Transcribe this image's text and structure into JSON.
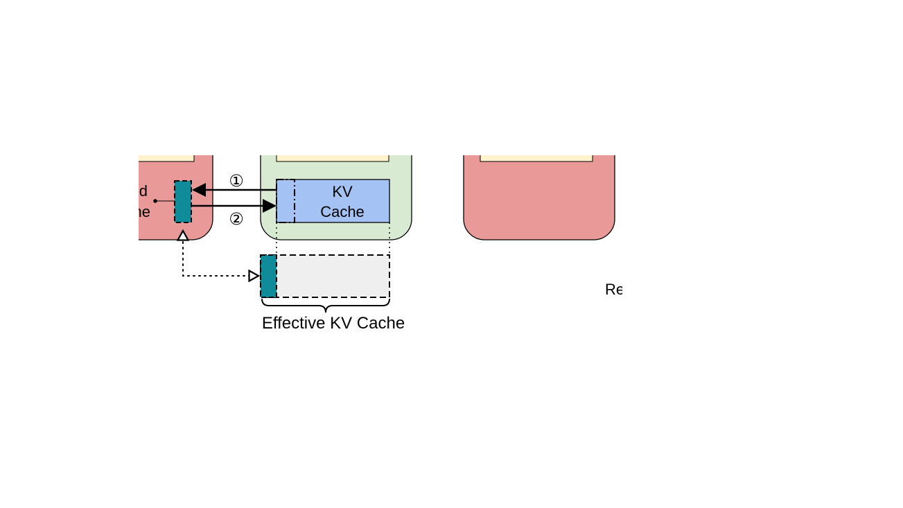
{
  "left_node": {
    "label_line1_partial": "d",
    "label_line2_partial": "ne",
    "fill": "#ea9999",
    "header_fill": "#fff2cc"
  },
  "middle_node": {
    "fill": "#d9ead3",
    "header_fill": "#fff2cc",
    "kv_cache": {
      "line1": "KV",
      "line2": "Cache",
      "fill": "#a4c2f4"
    }
  },
  "right_node": {
    "fill": "#ea9999",
    "header_fill": "#fff2cc",
    "partial_label": "Re"
  },
  "arrows": {
    "step1": "①",
    "step2": "②"
  },
  "transferred_block": {
    "fill": "#0f8b99"
  },
  "effective_kv_cache": {
    "label": "Effective KV Cache",
    "fill": "#efefef"
  }
}
